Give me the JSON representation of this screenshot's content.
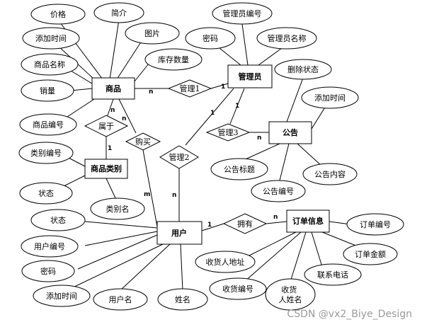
{
  "entities": {
    "product": "商品",
    "admin": "管理员",
    "notice": "公告",
    "category": "商品类别",
    "user": "用户",
    "order": "订单信息"
  },
  "relationships": {
    "admin1": "管理1",
    "admin2": "管理2",
    "admin3": "管理3",
    "belongs": "属于",
    "buy": "购买",
    "owns": "拥有"
  },
  "attributes": {
    "price": "价格",
    "intro": "简介",
    "image": "图片",
    "add_time_product": "添加时间",
    "product_name": "商品名称",
    "stock": "库存数量",
    "sales": "销量",
    "product_no": "商品编号",
    "admin_no": "管理员编号",
    "admin_password": "密码",
    "admin_name": "管理员名称",
    "delete_status": "删除状态",
    "notice_add_time": "添加时间",
    "notice_title": "公告标题",
    "notice_content": "公告内容",
    "notice_no": "公告编号",
    "category_no": "类别编号",
    "category_status": "状态",
    "category_name": "类别名",
    "user_status": "状态",
    "user_no": "用户编号",
    "user_password": "密码",
    "user_add_time": "添加时间",
    "username": "用户名",
    "real_name": "姓名",
    "receiver_address": "收货人地址",
    "receiver_no": "收货编号",
    "receiver_name": "收货\n人姓名",
    "contact_phone": "联系电话",
    "order_no": "订单编号",
    "order_amount": "订单金额"
  },
  "cardinalities": {
    "product_admin1": "n",
    "admin_admin1": "1",
    "product_belongs": "n",
    "category_belongs": "1",
    "product_buy": "n",
    "user_buy": "m",
    "admin_admin2": "1",
    "user_admin2": "n",
    "admin_admin3": "1",
    "notice_admin3": "n",
    "user_owns": "1",
    "order_owns": "n"
  },
  "watermark": "CSDN @vx2_Biye_Design"
}
